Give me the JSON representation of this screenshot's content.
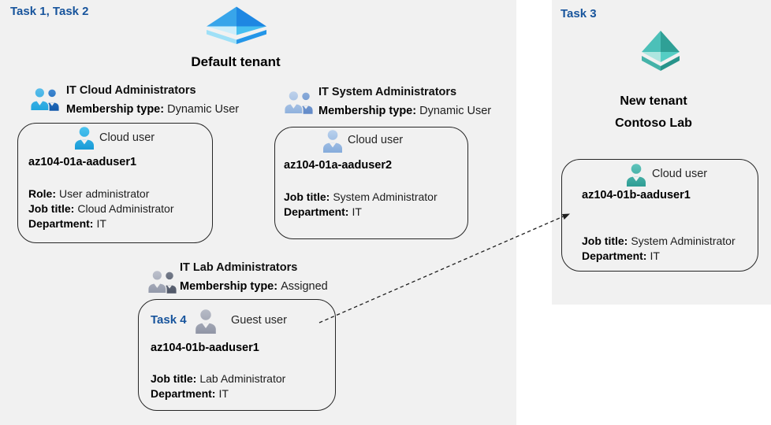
{
  "default_tenant_panel": {
    "task_label": "Task 1, Task 2",
    "tenant_title": "Default tenant",
    "groups": {
      "cloud_admins": {
        "name": "IT Cloud Administrators",
        "membership_label": "Membership type:",
        "membership_value": "Dynamic User"
      },
      "system_admins": {
        "name": "IT System Administrators",
        "membership_label": "Membership type:",
        "membership_value": "Dynamic User"
      },
      "lab_admins": {
        "name": "IT Lab Administrators",
        "membership_label": "Membership type:",
        "membership_value": "Assigned"
      }
    },
    "users": {
      "aaduser1": {
        "kind": "Cloud user",
        "name": "az104-01a-aaduser1",
        "role_label": "Role:",
        "role_value": "User administrator",
        "job_label": "Job title:",
        "job_value": "Cloud Administrator",
        "dept_label": "Department:",
        "dept_value": "IT"
      },
      "aaduser2": {
        "kind": "Cloud user",
        "name": "az104-01a-aaduser2",
        "job_label": "Job title:",
        "job_value": "System Administrator",
        "dept_label": "Department:",
        "dept_value": "IT"
      },
      "guest": {
        "task_label": "Task 4",
        "kind": "Guest user",
        "name": "az104-01b-aaduser1",
        "job_label": "Job title:",
        "job_value": "Lab Administrator",
        "dept_label": "Department:",
        "dept_value": "IT"
      }
    }
  },
  "new_tenant_panel": {
    "task_label": "Task 3",
    "tenant_title_line1": "New tenant",
    "tenant_title_line2": "Contoso Lab",
    "user": {
      "kind": "Cloud user",
      "name": "az104-01b-aaduser1",
      "job_label": "Job title:",
      "job_value": "System Administrator",
      "dept_label": "Department:",
      "dept_value": "IT"
    }
  },
  "icons": {
    "default_tenant": "azure-tenant-diamond-blue",
    "new_tenant": "azure-tenant-diamond-teal",
    "group": "two-users-group-icon",
    "cloud_user": "single-user-icon",
    "guest_user": "single-user-icon-gray",
    "arrow": "dashed-guest-invite-arrow"
  },
  "colors": {
    "task_accent": "#17549c",
    "panel_bg": "#f1f1f1",
    "text": "#1d1d1d",
    "box_border": "#262626",
    "blue_icon_light": "#38a5ea",
    "blue_icon_dark": "#1e87e2",
    "teal_icon_light": "#4cc0b8",
    "teal_icon_dark": "#2fa096",
    "cyan_user": "#2eb3e7",
    "softblue_user": "#9dbfe6",
    "gray_user": "#a4a9b8",
    "teal_user": "#3fada4"
  }
}
